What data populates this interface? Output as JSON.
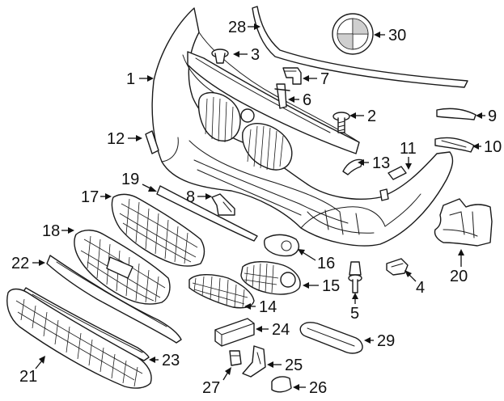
{
  "callouts": [
    {
      "id": "c1",
      "label": "1"
    },
    {
      "id": "c2",
      "label": "2"
    },
    {
      "id": "c3",
      "label": "3"
    },
    {
      "id": "c4",
      "label": "4"
    },
    {
      "id": "c5",
      "label": "5"
    },
    {
      "id": "c6",
      "label": "6"
    },
    {
      "id": "c7",
      "label": "7"
    },
    {
      "id": "c8",
      "label": "8"
    },
    {
      "id": "c9",
      "label": "9"
    },
    {
      "id": "c10",
      "label": "10"
    },
    {
      "id": "c11",
      "label": "11"
    },
    {
      "id": "c12",
      "label": "12"
    },
    {
      "id": "c13",
      "label": "13"
    },
    {
      "id": "c14",
      "label": "14"
    },
    {
      "id": "c15",
      "label": "15"
    },
    {
      "id": "c16",
      "label": "16"
    },
    {
      "id": "c17",
      "label": "17"
    },
    {
      "id": "c18",
      "label": "18"
    },
    {
      "id": "c19",
      "label": "19"
    },
    {
      "id": "c20",
      "label": "20"
    },
    {
      "id": "c21",
      "label": "21"
    },
    {
      "id": "c22",
      "label": "22"
    },
    {
      "id": "c23",
      "label": "23"
    },
    {
      "id": "c24",
      "label": "24"
    },
    {
      "id": "c25",
      "label": "25"
    },
    {
      "id": "c26",
      "label": "26"
    },
    {
      "id": "c27",
      "label": "27"
    },
    {
      "id": "c28",
      "label": "28"
    },
    {
      "id": "c29",
      "label": "29"
    },
    {
      "id": "c30",
      "label": "30"
    }
  ]
}
